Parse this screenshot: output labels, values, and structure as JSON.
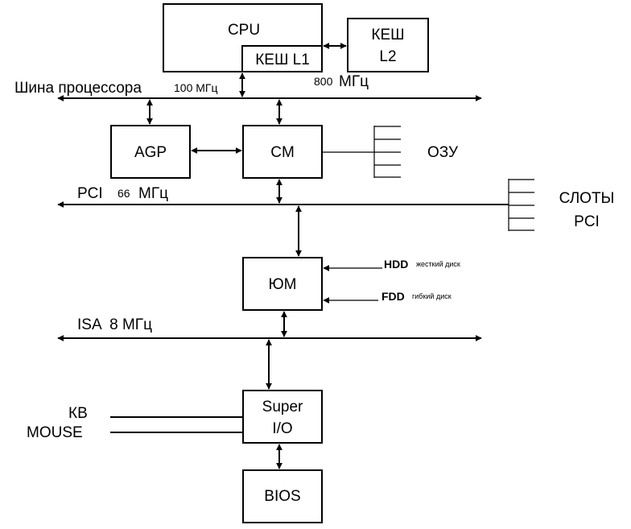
{
  "blocks": {
    "cpu": "CPU",
    "cache_l1": "КЕШ L1",
    "cache_l2_line1": "КЕШ",
    "cache_l2_line2": "L2",
    "agp": "AGP",
    "cm": "CM",
    "ram": "ОЗУ",
    "ym": "ЮМ",
    "super_io_line1": "Super",
    "super_io_line2": "I/O",
    "bios": "BIOS"
  },
  "buses": {
    "processor_name": "Шина процессора",
    "processor_freq": "100 МГц",
    "l2_freq_value": "800",
    "l2_freq_unit": "МГц",
    "pci_name": "PCI",
    "pci_freq_value": "66",
    "pci_freq_unit": "МГц",
    "isa": "ISA  8 МГц"
  },
  "slots": {
    "line1": "СЛОТЫ",
    "line2": "PCI"
  },
  "drives": {
    "hdd": "HDD",
    "hdd_desc": "жесткий диск",
    "fdd": "FDD",
    "fdd_desc": "гибкий диск"
  },
  "peripherals": {
    "kb": "КВ",
    "mouse": "MOUSE"
  }
}
